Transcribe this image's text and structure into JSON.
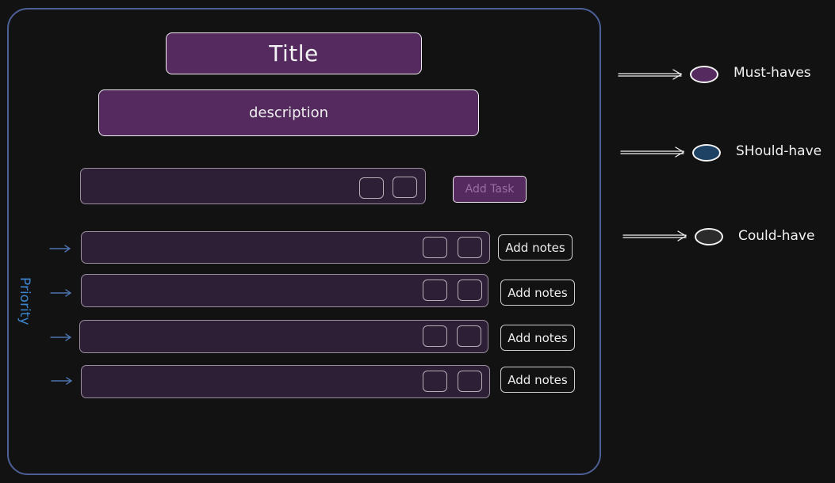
{
  "colors": {
    "must_have": "#552b5f",
    "should_have": "#1d4264",
    "could_have": "#2b2b2b",
    "frame_border": "#4d5f97",
    "priority_text": "#3d86cf"
  },
  "form": {
    "title": "Title",
    "description": "description",
    "add_task_label": "Add Task",
    "priority_label": "Priority",
    "tasks": [
      {
        "notes_label": "Add notes"
      },
      {
        "notes_label": "Add notes"
      },
      {
        "notes_label": "Add notes"
      },
      {
        "notes_label": "Add notes"
      }
    ]
  },
  "legend": [
    {
      "label": "Must-haves",
      "color": "#552b5f"
    },
    {
      "label": "SHould-have",
      "color": "#1d4264"
    },
    {
      "label": "Could-have",
      "color": "#2b2b2b"
    }
  ]
}
